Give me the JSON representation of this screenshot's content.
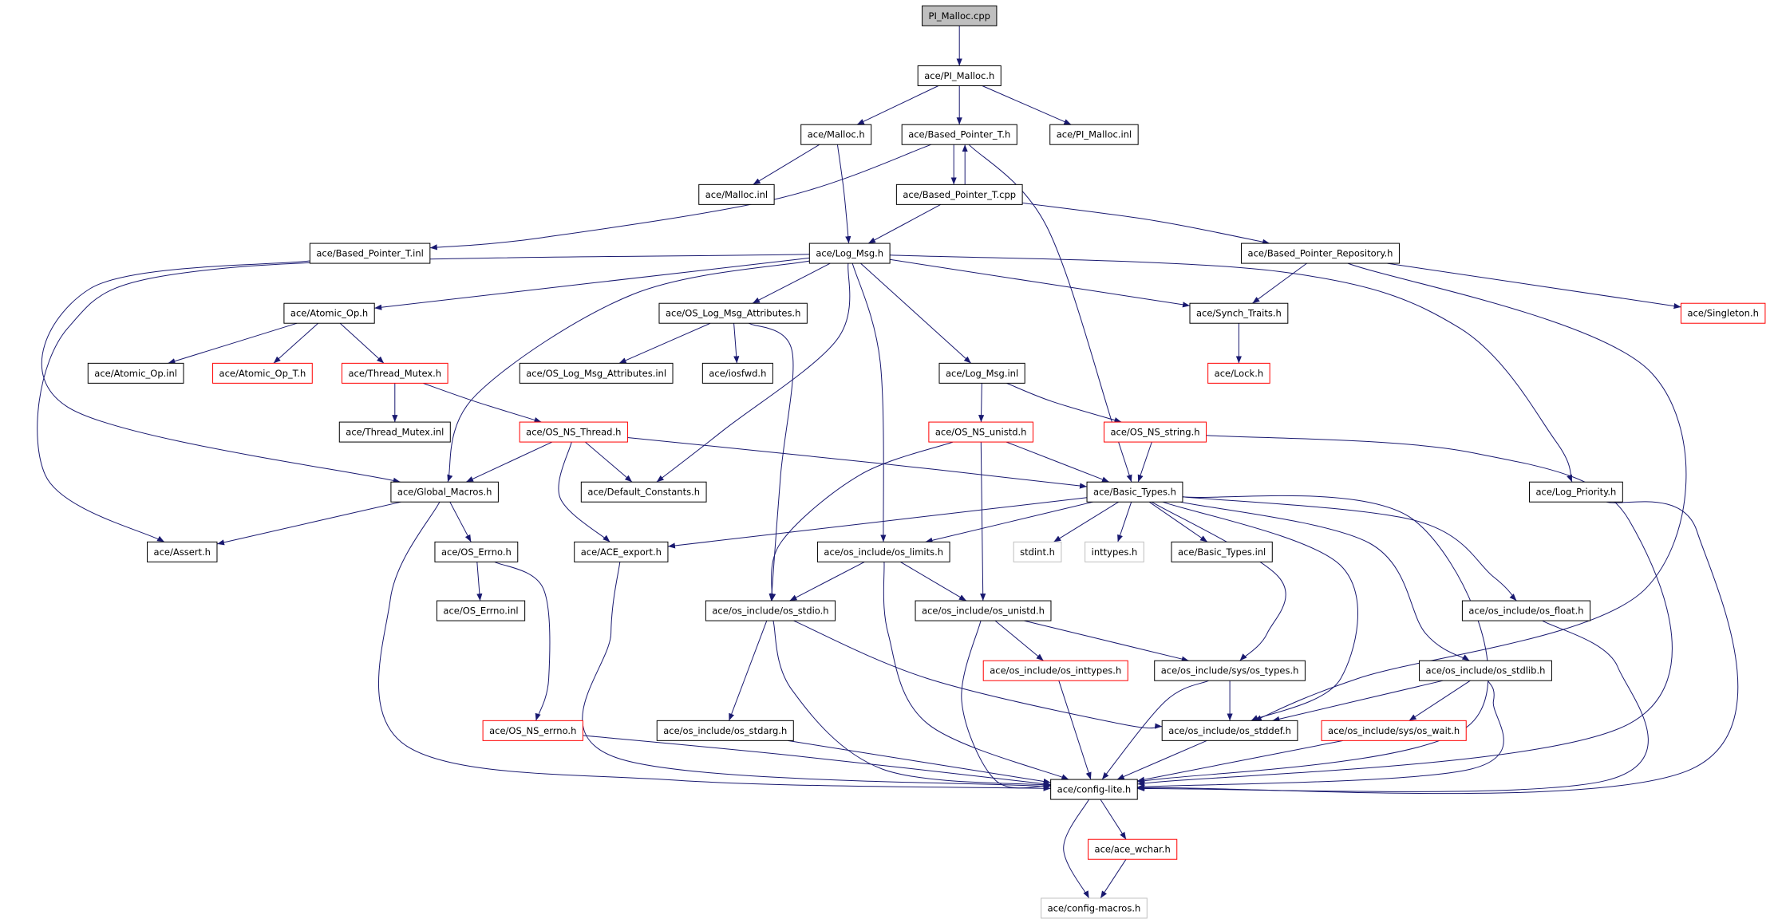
{
  "colors": {
    "edge": "#191970",
    "border_default": "#000000",
    "border_truncated": "#ff0000",
    "border_external": "#bfbfbf",
    "root_fill": "#bfbfbf",
    "node_fill": "#ffffff"
  },
  "nodes": [
    {
      "id": "pi_malloc_cpp",
      "label": "PI_Malloc.cpp",
      "kind": "root"
    },
    {
      "id": "pi_malloc_h",
      "label": "ace/PI_Malloc.h",
      "kind": "default"
    },
    {
      "id": "malloc_h",
      "label": "ace/Malloc.h",
      "kind": "default"
    },
    {
      "id": "based_pointer_t_h",
      "label": "ace/Based_Pointer_T.h",
      "kind": "default"
    },
    {
      "id": "pi_malloc_inl",
      "label": "ace/PI_Malloc.inl",
      "kind": "default"
    },
    {
      "id": "malloc_inl",
      "label": "ace/Malloc.inl",
      "kind": "default"
    },
    {
      "id": "based_pointer_t_cpp",
      "label": "ace/Based_Pointer_T.cpp",
      "kind": "default"
    },
    {
      "id": "based_pointer_t_inl",
      "label": "ace/Based_Pointer_T.inl",
      "kind": "default"
    },
    {
      "id": "log_msg_h",
      "label": "ace/Log_Msg.h",
      "kind": "default"
    },
    {
      "id": "based_pointer_repository_h",
      "label": "ace/Based_Pointer_Repository.h",
      "kind": "default"
    },
    {
      "id": "atomic_op_h",
      "label": "ace/Atomic_Op.h",
      "kind": "default"
    },
    {
      "id": "os_log_msg_attributes_h",
      "label": "ace/OS_Log_Msg_Attributes.h",
      "kind": "default"
    },
    {
      "id": "synch_traits_h",
      "label": "ace/Synch_Traits.h",
      "kind": "default"
    },
    {
      "id": "singleton_h",
      "label": "ace/Singleton.h",
      "kind": "truncated"
    },
    {
      "id": "atomic_op_inl",
      "label": "ace/Atomic_Op.inl",
      "kind": "default"
    },
    {
      "id": "atomic_op_t_h",
      "label": "ace/Atomic_Op_T.h",
      "kind": "truncated"
    },
    {
      "id": "thread_mutex_h",
      "label": "ace/Thread_Mutex.h",
      "kind": "truncated"
    },
    {
      "id": "os_log_msg_attributes_inl",
      "label": "ace/OS_Log_Msg_Attributes.inl",
      "kind": "default"
    },
    {
      "id": "iosfwd_h",
      "label": "ace/iosfwd.h",
      "kind": "default"
    },
    {
      "id": "log_msg_inl",
      "label": "ace/Log_Msg.inl",
      "kind": "default"
    },
    {
      "id": "lock_h",
      "label": "ace/Lock.h",
      "kind": "truncated"
    },
    {
      "id": "thread_mutex_inl",
      "label": "ace/Thread_Mutex.inl",
      "kind": "default"
    },
    {
      "id": "os_ns_thread_h",
      "label": "ace/OS_NS_Thread.h",
      "kind": "truncated"
    },
    {
      "id": "os_ns_unistd_h",
      "label": "ace/OS_NS_unistd.h",
      "kind": "truncated"
    },
    {
      "id": "os_ns_string_h",
      "label": "ace/OS_NS_string.h",
      "kind": "truncated"
    },
    {
      "id": "global_macros_h",
      "label": "ace/Global_Macros.h",
      "kind": "default"
    },
    {
      "id": "default_constants_h",
      "label": "ace/Default_Constants.h",
      "kind": "default"
    },
    {
      "id": "basic_types_h",
      "label": "ace/Basic_Types.h",
      "kind": "default"
    },
    {
      "id": "log_priority_h",
      "label": "ace/Log_Priority.h",
      "kind": "default"
    },
    {
      "id": "assert_h",
      "label": "ace/Assert.h",
      "kind": "default"
    },
    {
      "id": "os_errno_h",
      "label": "ace/OS_Errno.h",
      "kind": "default"
    },
    {
      "id": "ace_export_h",
      "label": "ace/ACE_export.h",
      "kind": "default"
    },
    {
      "id": "os_limits_h",
      "label": "ace/os_include/os_limits.h",
      "kind": "default"
    },
    {
      "id": "stdint_h",
      "label": "stdint.h",
      "kind": "external"
    },
    {
      "id": "inttypes_h",
      "label": "inttypes.h",
      "kind": "external"
    },
    {
      "id": "basic_types_inl",
      "label": "ace/Basic_Types.inl",
      "kind": "default"
    },
    {
      "id": "os_errno_inl",
      "label": "ace/OS_Errno.inl",
      "kind": "default"
    },
    {
      "id": "os_stdio_h",
      "label": "ace/os_include/os_stdio.h",
      "kind": "default"
    },
    {
      "id": "os_unistd_h",
      "label": "ace/os_include/os_unistd.h",
      "kind": "default"
    },
    {
      "id": "os_float_h",
      "label": "ace/os_include/os_float.h",
      "kind": "default"
    },
    {
      "id": "os_inttypes_h",
      "label": "ace/os_include/os_inttypes.h",
      "kind": "truncated"
    },
    {
      "id": "sys_os_types_h",
      "label": "ace/os_include/sys/os_types.h",
      "kind": "default"
    },
    {
      "id": "os_stdlib_h",
      "label": "ace/os_include/os_stdlib.h",
      "kind": "default"
    },
    {
      "id": "os_ns_errno_h",
      "label": "ace/OS_NS_errno.h",
      "kind": "truncated"
    },
    {
      "id": "os_stdarg_h",
      "label": "ace/os_include/os_stdarg.h",
      "kind": "default"
    },
    {
      "id": "os_stddef_h",
      "label": "ace/os_include/os_stddef.h",
      "kind": "default"
    },
    {
      "id": "sys_os_wait_h",
      "label": "ace/os_include/sys/os_wait.h",
      "kind": "truncated"
    },
    {
      "id": "config_lite_h",
      "label": "ace/config-lite.h",
      "kind": "default"
    },
    {
      "id": "ace_wchar_h",
      "label": "ace/ace_wchar.h",
      "kind": "truncated"
    },
    {
      "id": "config_macros_h",
      "label": "ace/config-macros.h",
      "kind": "external"
    }
  ],
  "edges": [
    [
      "pi_malloc_cpp",
      "pi_malloc_h"
    ],
    [
      "pi_malloc_h",
      "malloc_h"
    ],
    [
      "pi_malloc_h",
      "based_pointer_t_h"
    ],
    [
      "pi_malloc_h",
      "pi_malloc_inl"
    ],
    [
      "malloc_h",
      "malloc_inl"
    ],
    [
      "malloc_h",
      "log_msg_h"
    ],
    [
      "based_pointer_t_h",
      "based_pointer_t_cpp"
    ],
    [
      "based_pointer_t_cpp",
      "based_pointer_t_h"
    ],
    [
      "based_pointer_t_h",
      "based_pointer_t_inl"
    ],
    [
      "based_pointer_t_h",
      "basic_types_h"
    ],
    [
      "based_pointer_t_cpp",
      "log_msg_h"
    ],
    [
      "based_pointer_t_cpp",
      "based_pointer_repository_h"
    ],
    [
      "based_pointer_t_inl",
      "global_macros_h"
    ],
    [
      "log_msg_h",
      "atomic_op_h"
    ],
    [
      "log_msg_h",
      "os_log_msg_attributes_h"
    ],
    [
      "log_msg_h",
      "synch_traits_h"
    ],
    [
      "log_msg_h",
      "assert_h"
    ],
    [
      "log_msg_h",
      "global_macros_h"
    ],
    [
      "log_msg_h",
      "default_constants_h"
    ],
    [
      "log_msg_h",
      "log_msg_inl"
    ],
    [
      "log_msg_h",
      "os_limits_h"
    ],
    [
      "log_msg_h",
      "log_priority_h"
    ],
    [
      "based_pointer_repository_h",
      "synch_traits_h"
    ],
    [
      "based_pointer_repository_h",
      "singleton_h"
    ],
    [
      "based_pointer_repository_h",
      "os_stddef_h"
    ],
    [
      "atomic_op_h",
      "atomic_op_inl"
    ],
    [
      "atomic_op_h",
      "atomic_op_t_h"
    ],
    [
      "atomic_op_h",
      "thread_mutex_h"
    ],
    [
      "os_log_msg_attributes_h",
      "os_log_msg_attributes_inl"
    ],
    [
      "os_log_msg_attributes_h",
      "iosfwd_h"
    ],
    [
      "os_log_msg_attributes_h",
      "os_stdio_h"
    ],
    [
      "synch_traits_h",
      "lock_h"
    ],
    [
      "thread_mutex_h",
      "thread_mutex_inl"
    ],
    [
      "thread_mutex_h",
      "os_ns_thread_h"
    ],
    [
      "log_msg_inl",
      "os_ns_unistd_h"
    ],
    [
      "log_msg_inl",
      "os_ns_string_h"
    ],
    [
      "os_ns_thread_h",
      "global_macros_h"
    ],
    [
      "os_ns_thread_h",
      "default_constants_h"
    ],
    [
      "os_ns_thread_h",
      "ace_export_h"
    ],
    [
      "os_ns_thread_h",
      "basic_types_h"
    ],
    [
      "os_ns_unistd_h",
      "basic_types_h"
    ],
    [
      "os_ns_unistd_h",
      "os_stdio_h"
    ],
    [
      "os_ns_unistd_h",
      "os_unistd_h"
    ],
    [
      "os_ns_string_h",
      "basic_types_h"
    ],
    [
      "os_ns_string_h",
      "config_lite_h"
    ],
    [
      "global_macros_h",
      "assert_h"
    ],
    [
      "global_macros_h",
      "os_errno_h"
    ],
    [
      "global_macros_h",
      "config_lite_h"
    ],
    [
      "basic_types_h",
      "ace_export_h"
    ],
    [
      "basic_types_h",
      "os_limits_h"
    ],
    [
      "basic_types_h",
      "stdint_h"
    ],
    [
      "basic_types_h",
      "inttypes_h"
    ],
    [
      "basic_types_h",
      "basic_types_inl"
    ],
    [
      "basic_types_h",
      "sys_os_types_h"
    ],
    [
      "basic_types_h",
      "os_stddef_h"
    ],
    [
      "basic_types_h",
      "os_float_h"
    ],
    [
      "basic_types_h",
      "os_stdlib_h"
    ],
    [
      "basic_types_h",
      "config_lite_h"
    ],
    [
      "log_priority_h",
      "config_lite_h"
    ],
    [
      "os_errno_h",
      "os_errno_inl"
    ],
    [
      "os_errno_h",
      "os_ns_errno_h"
    ],
    [
      "ace_export_h",
      "config_lite_h"
    ],
    [
      "os_limits_h",
      "os_stdio_h"
    ],
    [
      "os_limits_h",
      "os_unistd_h"
    ],
    [
      "os_limits_h",
      "config_lite_h"
    ],
    [
      "os_stdio_h",
      "os_stdarg_h"
    ],
    [
      "os_stdio_h",
      "os_stddef_h"
    ],
    [
      "os_stdio_h",
      "config_lite_h"
    ],
    [
      "os_unistd_h",
      "os_inttypes_h"
    ],
    [
      "os_unistd_h",
      "sys_os_types_h"
    ],
    [
      "os_unistd_h",
      "config_lite_h"
    ],
    [
      "os_float_h",
      "config_lite_h"
    ],
    [
      "os_inttypes_h",
      "config_lite_h"
    ],
    [
      "sys_os_types_h",
      "os_stddef_h"
    ],
    [
      "sys_os_types_h",
      "config_lite_h"
    ],
    [
      "os_stdlib_h",
      "os_stddef_h"
    ],
    [
      "os_stdlib_h",
      "sys_os_wait_h"
    ],
    [
      "os_stdlib_h",
      "config_lite_h"
    ],
    [
      "os_ns_errno_h",
      "config_lite_h"
    ],
    [
      "os_stdarg_h",
      "config_lite_h"
    ],
    [
      "os_stddef_h",
      "config_lite_h"
    ],
    [
      "sys_os_wait_h",
      "config_lite_h"
    ],
    [
      "config_lite_h",
      "ace_wchar_h"
    ],
    [
      "config_lite_h",
      "config_macros_h"
    ],
    [
      "ace_wchar_h",
      "config_macros_h"
    ]
  ]
}
